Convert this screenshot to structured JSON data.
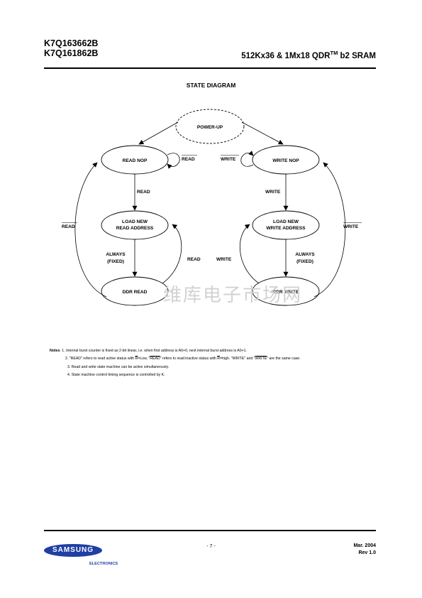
{
  "header": {
    "part_line1": "K7Q163662B",
    "part_line2": "K7Q161862B",
    "product_main": "512Kx36 & 1Mx18  QDR",
    "product_tm": "TM",
    "product_tail": " b2 SRAM"
  },
  "section_title": "STATE DIAGRAM",
  "diagram": {
    "states": {
      "power_up": "POWER-UP",
      "read_nop": "READ NOP",
      "write_nop": "WRITE NOP",
      "load_read_line1": "LOAD NEW",
      "load_read_line2": "READ ADDRESS",
      "load_write_line1": "LOAD NEW",
      "load_write_line2": "WRITE ADDRESS",
      "ddr_read": "DDR READ",
      "ddr_write": "DDR WRITE"
    },
    "transitions": {
      "read_nop_self": "READ",
      "write_nop_self": "WRITE",
      "read_nop_to_load": "READ",
      "write_nop_to_load": "WRITE",
      "load_read_to_ddr_line1": "ALWAYS",
      "load_read_to_ddr_line2": "(FIXED)",
      "load_write_to_ddr_line1": "ALWAYS",
      "load_write_to_ddr_line2": "(FIXED)",
      "ddr_read_to_load": "READ",
      "ddr_write_to_load": "WRITE",
      "ddr_read_to_nop": "READ",
      "ddr_write_to_nop": "WRITE"
    }
  },
  "watermark": "维库电子市场网",
  "notes": {
    "label": "Notes",
    "note1": ":  1.  Internal burst counter is fixed as 2-bit linear, i.e. when first address is A0+0, next internal burst address is A0+1.",
    "note2_a": "2. \"READ\" refers to read active status with ",
    "note2_r1": "R",
    "note2_b": "=Low, \"",
    "note2_read": "READ",
    "note2_c": "\" refers to read inactive status with ",
    "note2_r2": "R",
    "note2_d": "=high. \"WRITE\" and \"",
    "note2_write": "WRITE",
    "note2_e": "\" are the same case.",
    "note3": "3. Read and  write state machine can be active simultaneously.",
    "note4": "4. State machine control timing sequence is controlled by K."
  },
  "footer": {
    "page_number": "- 7 -",
    "date": "Mar. 2004",
    "rev": "Rev 1.0",
    "logo_text": "SAMSUNG",
    "logo_sub": "ELECTRONICS",
    "logo_color": "#1f3fa4"
  }
}
